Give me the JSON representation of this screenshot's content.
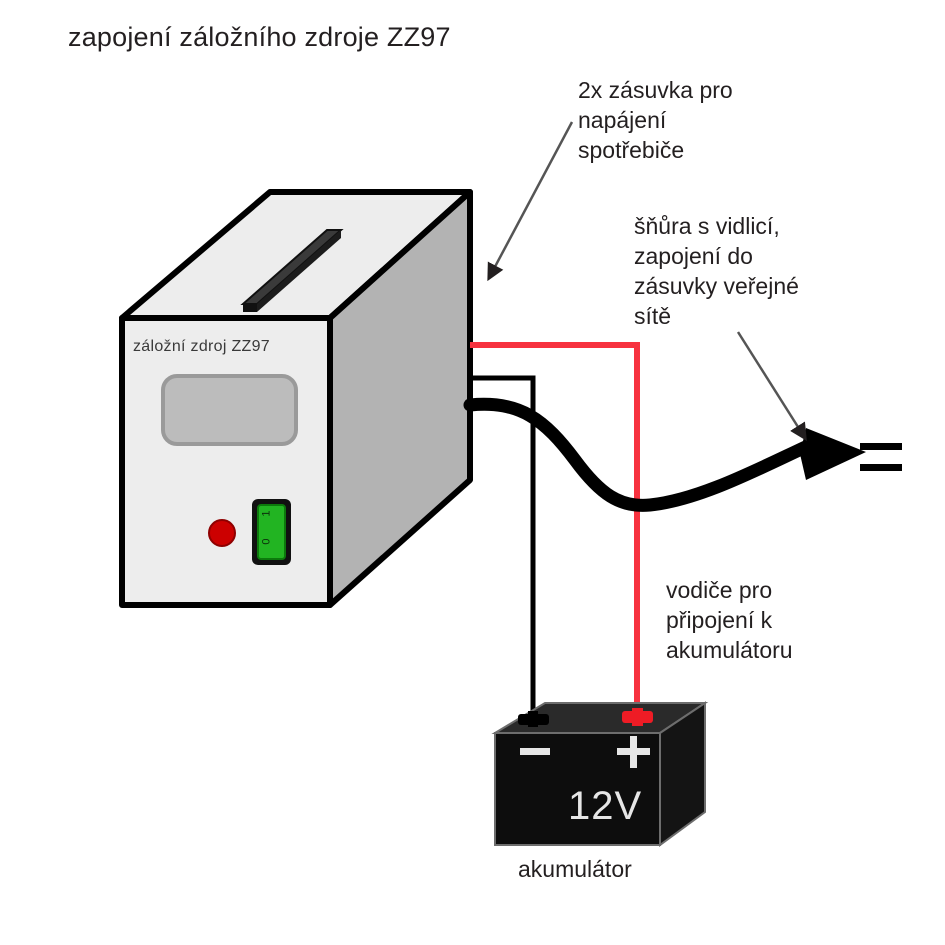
{
  "title": "zapojení záložního zdroje ZZ97",
  "annotations": {
    "sockets": "2x zásuvka pro\nnapájení\nspotřebiče",
    "mains_cord": "šňůra s vidlicí,\nzapojení do\nzásuvky veřejné\nsítě",
    "battery_wires": "vodiče pro\npřipojení k\nakumulátoru"
  },
  "ups": {
    "front_label": "záložní zdroj ZZ97",
    "switch": {
      "on": "1",
      "off": "0"
    },
    "colors": {
      "front_face": "#ededed",
      "side_face": "#b3b3b3",
      "top_face": "#ededed",
      "outline": "#000000",
      "display": "#bcbcbc",
      "led": "#cc0000",
      "switch": "#22b422"
    }
  },
  "battery": {
    "voltage": "12V",
    "negative": "−",
    "positive": "+",
    "caption": "akumulátor",
    "colors": {
      "front_face": "#0d0d0d",
      "top_face": "#2a2a2a",
      "side_face": "#111111",
      "text": "#e6e6e6",
      "positive_post": "#ee1c25",
      "negative_post": "#000000"
    }
  },
  "wiring": {
    "positive_wire_color": "#f7323f",
    "negative_wire_color": "#000000",
    "mains_cord_color": "#000000"
  }
}
